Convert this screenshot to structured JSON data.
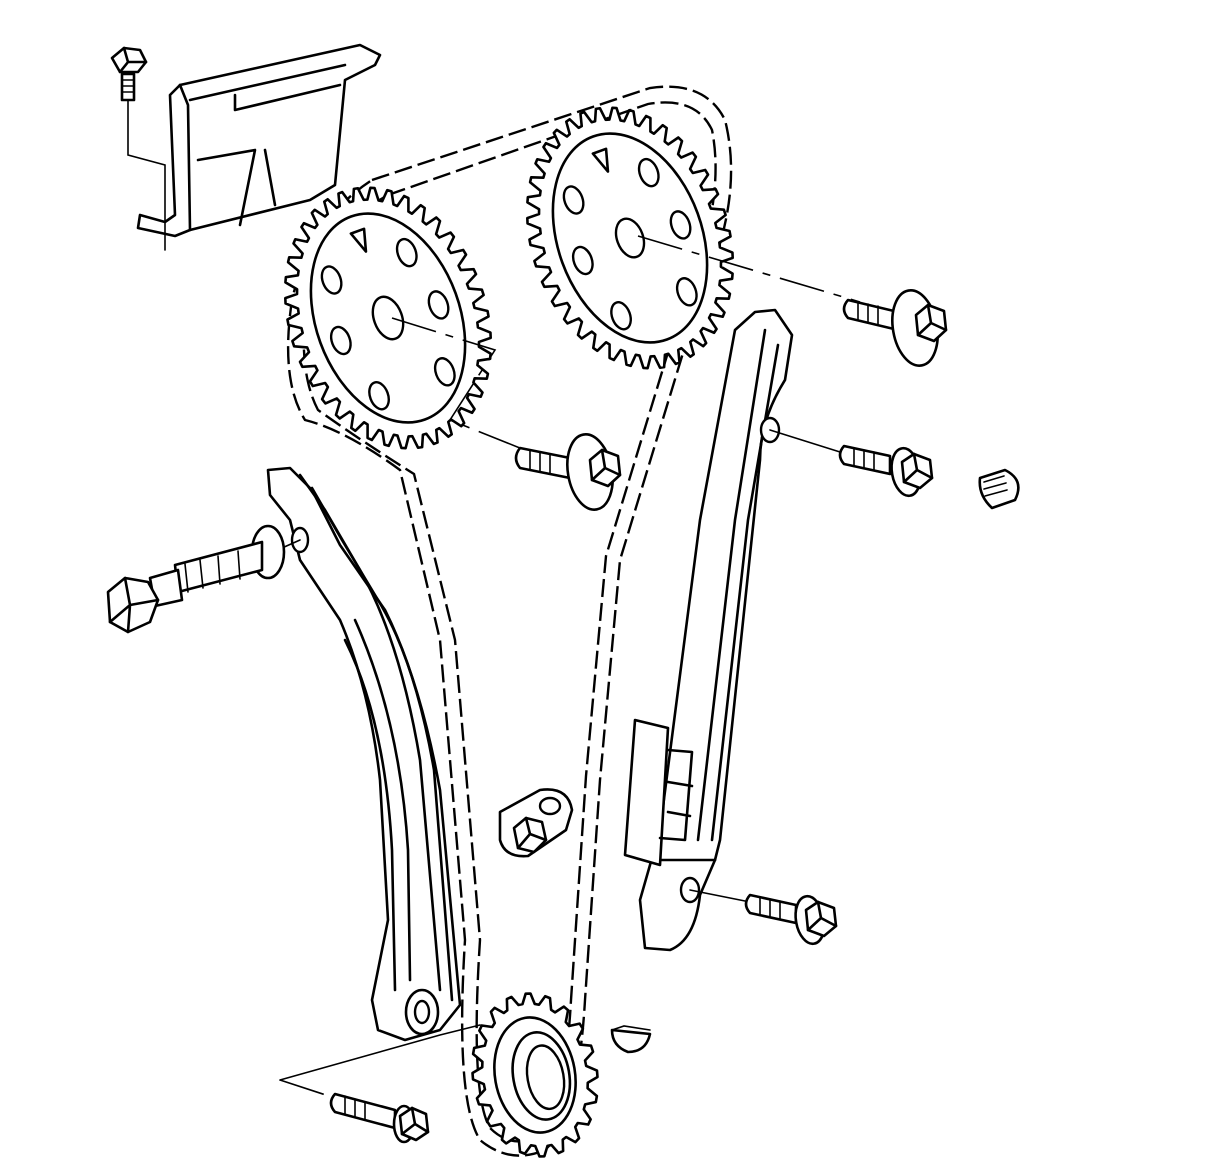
{
  "diagram": {
    "components": [
      {
        "id": "chain-guide-upper",
        "icon": "guide-bracket-icon"
      },
      {
        "id": "guide-bracket-bolt",
        "icon": "hex-bolt-icon"
      },
      {
        "id": "exhaust-camshaft-sprocket",
        "icon": "sprocket-icon"
      },
      {
        "id": "intake-camshaft-sprocket",
        "icon": "sprocket-icon"
      },
      {
        "id": "exhaust-sprocket-bolt",
        "icon": "flanged-bolt-icon"
      },
      {
        "id": "intake-sprocket-bolt",
        "icon": "flanged-bolt-icon"
      },
      {
        "id": "timing-chain",
        "icon": "chain-icon"
      },
      {
        "id": "tensioner-guide",
        "icon": "chain-guide-icon"
      },
      {
        "id": "tensioner-guide-pivot-bolt",
        "icon": "pivot-bolt-icon"
      },
      {
        "id": "fixed-guide",
        "icon": "chain-guide-icon"
      },
      {
        "id": "fixed-guide-upper-bolt",
        "icon": "flanged-bolt-icon"
      },
      {
        "id": "fixed-guide-lower-bolt",
        "icon": "flanged-bolt-icon"
      },
      {
        "id": "access-plug",
        "icon": "plug-icon"
      },
      {
        "id": "oil-nozzle",
        "icon": "nozzle-icon"
      },
      {
        "id": "crankshaft-sprocket",
        "icon": "sprocket-icon"
      },
      {
        "id": "woodruff-key",
        "icon": "key-icon"
      },
      {
        "id": "tensioner-guide-lower-bolt",
        "icon": "flanged-bolt-icon"
      }
    ]
  }
}
